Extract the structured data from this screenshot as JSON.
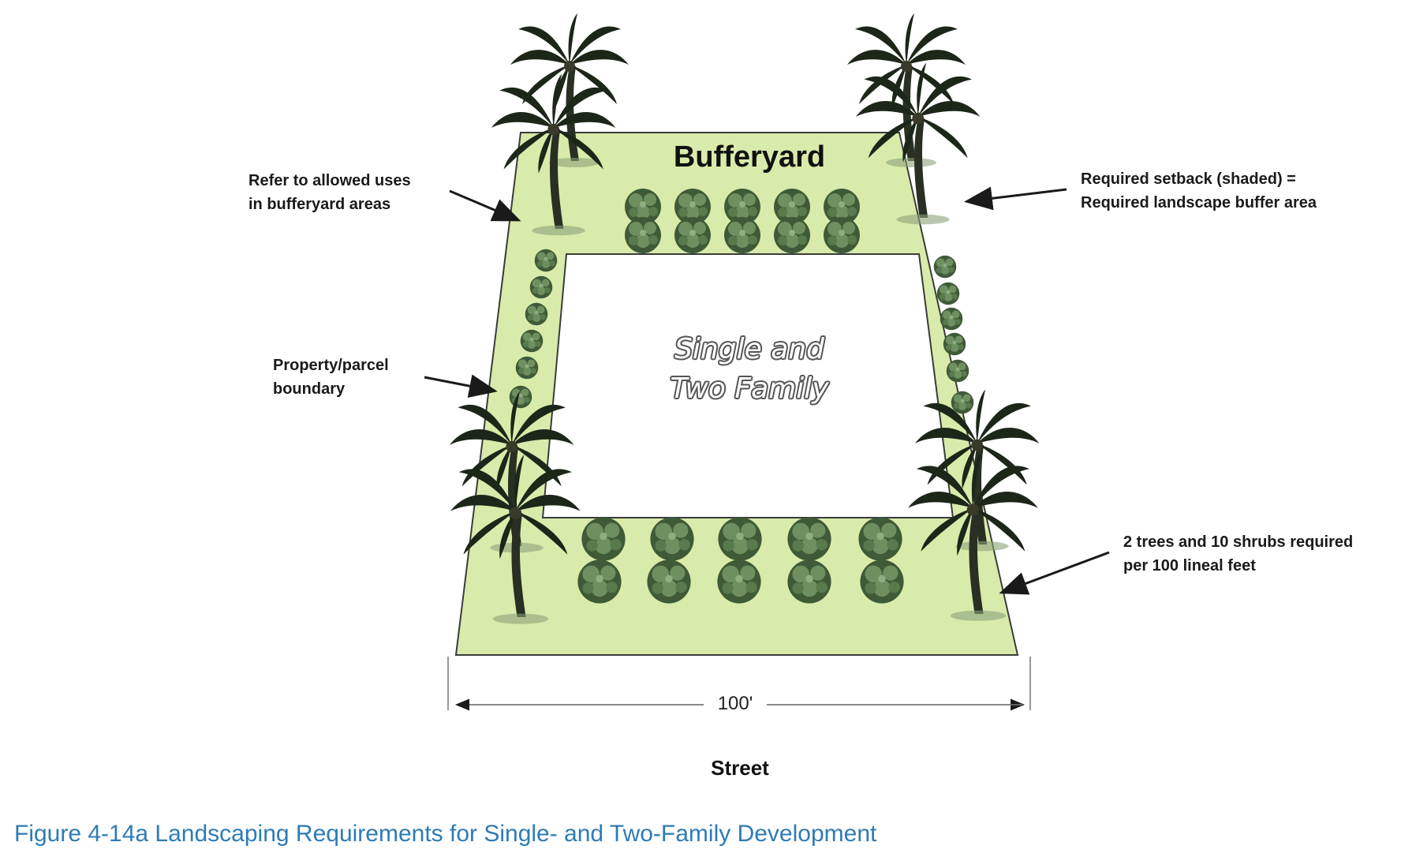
{
  "diagram": {
    "title": "Bufferyard",
    "center_label": [
      "Single and",
      "Two Family"
    ],
    "dimension": "100'",
    "street": "Street",
    "caption": "Figure 4-14a Landscaping Requirements for Single- and Two-Family Development",
    "callouts": {
      "allowed_uses": [
        "Refer to allowed uses",
        "in bufferyard areas"
      ],
      "setback": [
        "Required setback (shaded) =",
        "Required landscape buffer area"
      ],
      "boundary": [
        "Property/parcel",
        "boundary"
      ],
      "trees_shrubs": [
        "2 trees and 10 shrubs required",
        "per 100 lineal feet"
      ]
    },
    "colors": {
      "buffer_fill": "#d9ebaa",
      "shrub": "#4f6b44",
      "palm": "#1e2a1c",
      "caption": "#2e7bb6"
    }
  }
}
